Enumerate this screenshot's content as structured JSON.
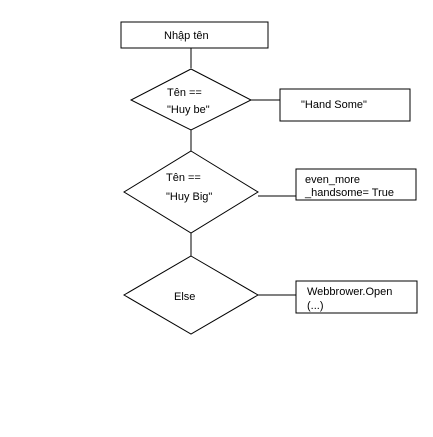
{
  "diagram": {
    "start": {
      "label": "Nhập tên"
    },
    "decisions": [
      {
        "line1": "Tên ==",
        "line2": "\"Huy be\""
      },
      {
        "line1": "Tên ==",
        "line2": "\"Huy Big\""
      },
      {
        "line1": "Else"
      }
    ],
    "results": [
      {
        "line1": "\"Hand Some\""
      },
      {
        "line1": "even_more",
        "line2": "_handsome= True"
      },
      {
        "line1": "Webbrower.Open",
        "line2": "(...)"
      }
    ]
  }
}
